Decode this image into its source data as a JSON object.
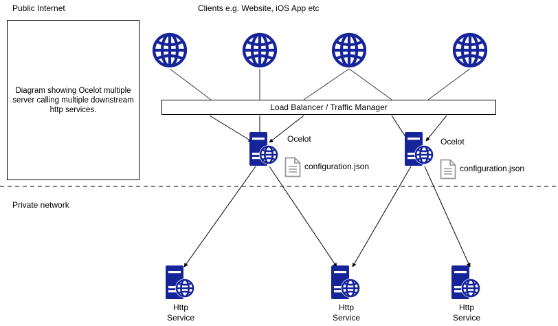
{
  "diagram": {
    "title_note": "Diagram showing Ocelot multiple server calling multiple downstream http services.",
    "zones": [
      {
        "id": "public",
        "label": "Public Internet"
      },
      {
        "id": "private",
        "label": "Private network"
      }
    ],
    "clients_label": "Clients e.g. Website, iOS App etc",
    "load_balancer_label": "Load Balancer / Traffic Manager",
    "clients": [
      {
        "id": "client-1",
        "icon": "globe-icon"
      },
      {
        "id": "client-2",
        "icon": "globe-icon"
      },
      {
        "id": "client-3",
        "icon": "globe-icon"
      },
      {
        "id": "client-4",
        "icon": "globe-icon"
      }
    ],
    "gateways": [
      {
        "id": "ocelot-1",
        "label": "Ocelot",
        "icon": "server-globe-icon",
        "config_label": "configuration.json",
        "config_icon": "document-icon"
      },
      {
        "id": "ocelot-2",
        "label": "Ocelot",
        "icon": "server-globe-icon",
        "config_label": "configuration.json",
        "config_icon": "document-icon"
      }
    ],
    "services": [
      {
        "id": "svc-1",
        "line1": "Http",
        "line2": "Service",
        "icon": "server-globe-icon"
      },
      {
        "id": "svc-2",
        "line1": "Http",
        "line2": "Service",
        "icon": "server-globe-icon"
      },
      {
        "id": "svc-3",
        "line1": "Http",
        "line2": "Service",
        "icon": "server-globe-icon"
      }
    ],
    "colors": {
      "node_blue": "#16249a",
      "line": "#3a3a3a",
      "border": "#000000",
      "background": "#ffffff",
      "doc_gray": "#999999"
    }
  }
}
